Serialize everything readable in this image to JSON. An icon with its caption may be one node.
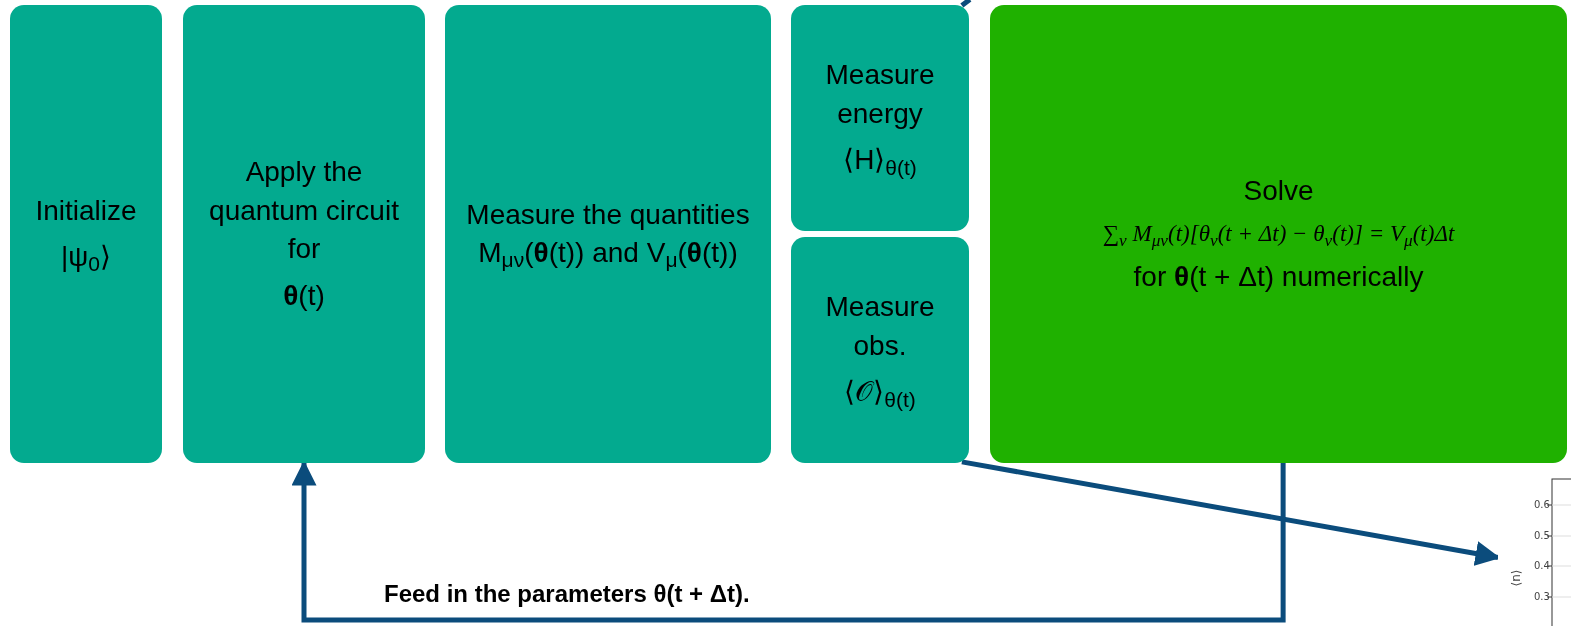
{
  "diagram": {
    "nodes": [
      {
        "text": [
          "Initialize",
          "|ψ$_{0}$⟩"
        ]
      },
      {
        "text": [
          "Apply the quantum circuit for",
          "**θ**(t)"
        ]
      },
      {
        "text": [
          "Measure the quantities M$_{μν}$(**θ**(t)) and V$_{μ}$(**θ**(t))"
        ]
      },
      {
        "text": [
          "Measure energy",
          "⟨H⟩$_{θ(t)}$"
        ]
      },
      {
        "text": [
          "Measure obs.",
          "⟨𝒪⟩$_{θ(t)}$"
        ]
      },
      {
        "text": [
          "Solve",
          "∑$_{ν}$ M$_{μν}$(t)[θ$_{ν}$(t + Δt) − θ$_{ν}$(t)] = V$_{μ}$(t)Δt",
          "for **θ**(t + Δt) numerically"
        ]
      },
      {
        "text": [],
        "shape": "picture"
      }
    ],
    "edges": [
      {
        "from": 3,
        "to": null,
        "arrow": "none"
      },
      {
        "from": 4,
        "to": 6,
        "arrow": "to"
      },
      {
        "from": 5,
        "to": 1,
        "arrow": "to",
        "label": "Feed in the parameters θ(t + Δt)."
      }
    ],
    "labels": [
      "0.6",
      "0.5",
      "0.4",
      "0.3",
      "⟨n⟩"
    ]
  }
}
